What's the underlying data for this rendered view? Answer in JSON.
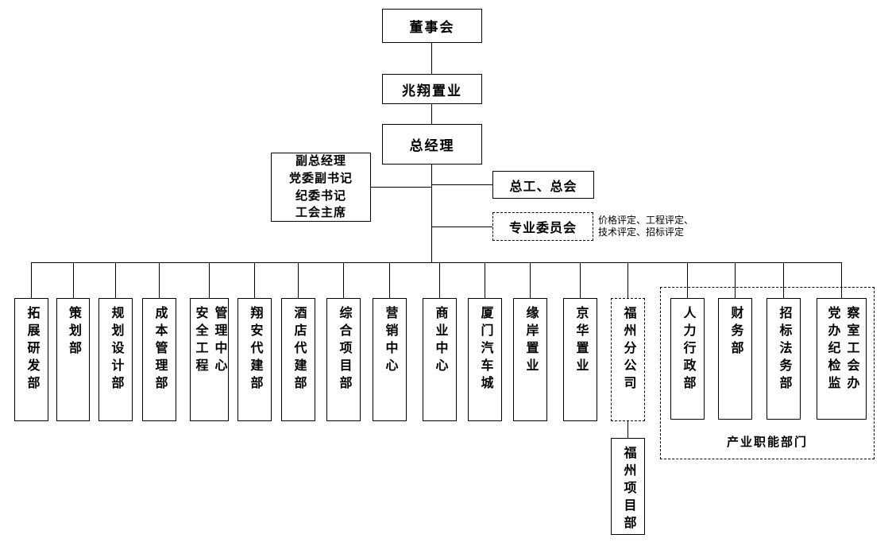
{
  "nodes": {
    "board": "董事会",
    "company": "兆翔置业",
    "general_manager": "总经理",
    "deputy_roles": "副总经理\n党委副书记\n纪委书记\n工会主席",
    "chief_engineer": "总工、总会",
    "committee": "专业委员会",
    "committee_note": "价格评定、工程评定、\n技术评定、招标评定",
    "functional_group_label": "产业职能部门",
    "fuzhou_project_dept": "福州项目部"
  },
  "departments": [
    {
      "label": "拓展研发部"
    },
    {
      "label": "策划部"
    },
    {
      "label": "规划设计部"
    },
    {
      "label": "成本管理部"
    },
    {
      "label": "安全工程\n管理中心"
    },
    {
      "label": "翔安代建部"
    },
    {
      "label": "酒店代建部"
    },
    {
      "label": "综合项目部"
    },
    {
      "label": "营销中心"
    },
    {
      "label": "商业中心"
    },
    {
      "label": "厦门汽车城"
    },
    {
      "label": "缘岸置业"
    },
    {
      "label": "京华置业"
    },
    {
      "label": "福州分公司"
    },
    {
      "label": "人力行政部"
    },
    {
      "label": "财务部"
    },
    {
      "label": "招标法务部"
    },
    {
      "label": "党办纪检监\n察室工会办"
    }
  ]
}
